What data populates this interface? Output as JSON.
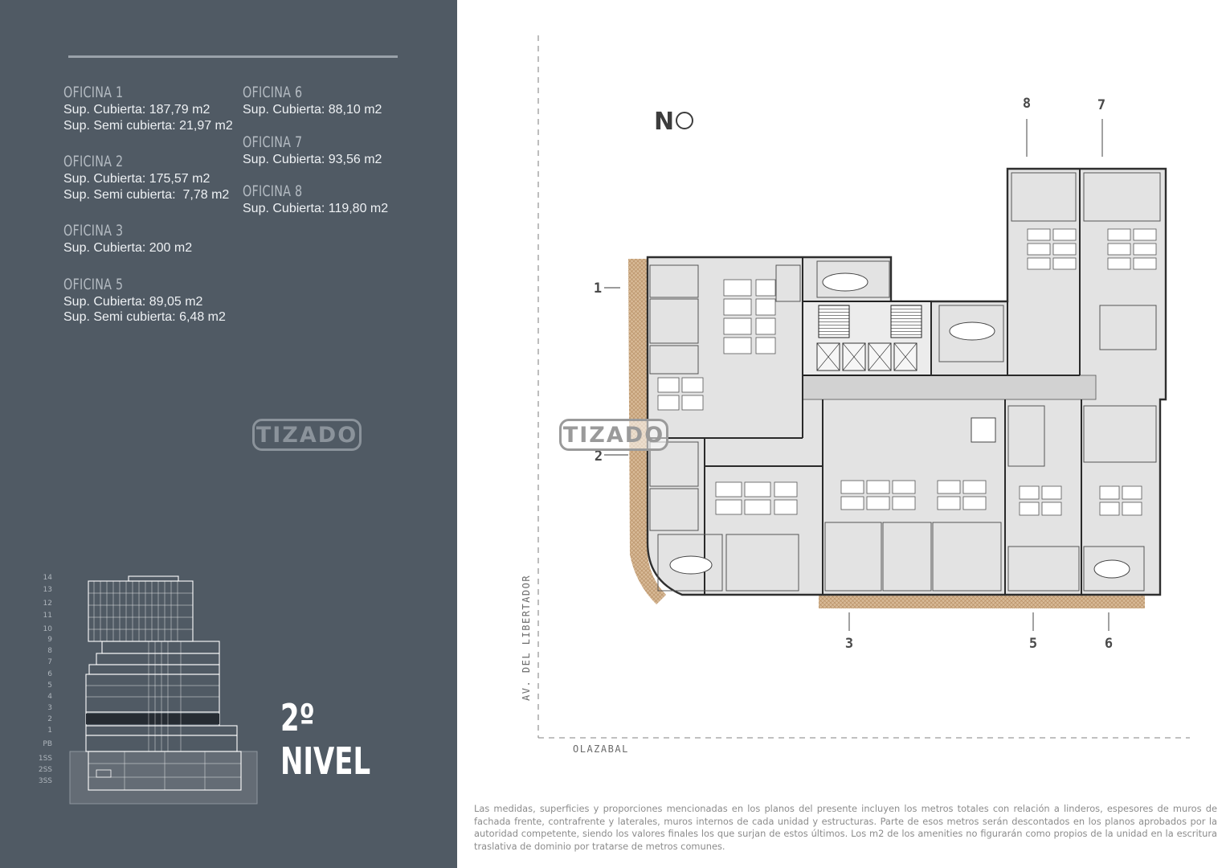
{
  "offices_column_1": [
    {
      "name": "OFICINA 1",
      "lines": [
        "Sup. Cubierta: 187,79 m2",
        "Sup. Semi cubierta: 21,97 m2"
      ]
    },
    {
      "name": "OFICINA 2",
      "lines": [
        "Sup. Cubierta: 175,57 m2",
        "Sup. Semi cubierta:  7,78 m2"
      ]
    },
    {
      "name": "OFICINA 3",
      "lines": [
        "Sup. Cubierta: 200 m2"
      ]
    },
    {
      "name": "OFICINA 5",
      "lines": [
        "Sup. Cubierta: 89,05 m2",
        "Sup. Semi cubierta: 6,48 m2"
      ]
    }
  ],
  "offices_column_2": [
    {
      "name": "OFICINA 6",
      "lines": [
        "Sup. Cubierta: 88,10 m2"
      ]
    },
    {
      "name": "OFICINA 7",
      "lines": [
        "Sup. Cubierta: 93,56 m2"
      ]
    },
    {
      "name": "OFICINA 8",
      "lines": [
        "Sup. Cubierta: 119,80 m2"
      ]
    }
  ],
  "watermark": "TIZADO",
  "level": {
    "line1": "2º",
    "line2": "NIVEL"
  },
  "floor_labels": [
    "14",
    "13",
    "12",
    "11",
    "10",
    "9",
    "8",
    "7",
    "6",
    "5",
    "4",
    "3",
    "2",
    "1",
    "PB",
    "1SS",
    "2SS",
    "3SS"
  ],
  "plan": {
    "north_label": "N",
    "unit_markers": [
      "1",
      "2",
      "3",
      "5",
      "6",
      "7",
      "8"
    ],
    "street_vertical": "AV. DEL LIBERTADOR",
    "street_horizontal": "OLAZABAL"
  },
  "colors": {
    "panel": "#505a64",
    "floor_fill": "#e4e4e4",
    "terrace": "#c8a27a"
  },
  "disclaimer": "Las medidas, superficies y proporciones mencionadas en los planos del presente incluyen los metros totales con relación a linderos, espesores de muros de fachada frente, contrafrente y laterales, muros internos de cada unidad y estructuras. Parte de esos metros serán descontados en los planos aprobados por la autoridad competente, siendo los valores finales los que surjan de estos últimos.  Los m2 de los amenities no figurarán como propios de la unidad en la escritura traslativa de dominio por tratarse de metros comunes."
}
